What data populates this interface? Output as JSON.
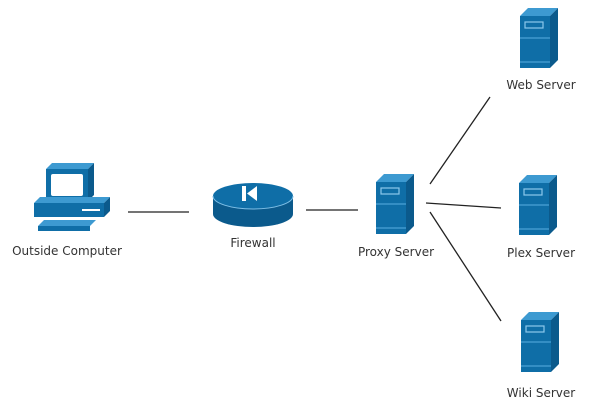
{
  "diagram": {
    "colors": {
      "icon_fill": "#0f6ea7",
      "icon_dark": "#0b5a8c",
      "icon_light": "#3d9ad1",
      "icon_highlight": "#ffffff",
      "edge": "#222222",
      "label": "#333333"
    },
    "nodes": [
      {
        "id": "outside-computer",
        "label": "Outside Computer",
        "icon": "computer-icon"
      },
      {
        "id": "firewall",
        "label": "Firewall",
        "icon": "router-firewall-icon"
      },
      {
        "id": "proxy-server",
        "label": "Proxy Server",
        "icon": "server-icon"
      },
      {
        "id": "web-server",
        "label": "Web Server",
        "icon": "server-icon"
      },
      {
        "id": "plex-server",
        "label": "Plex Server",
        "icon": "server-icon"
      },
      {
        "id": "wiki-server",
        "label": "Wiki Server",
        "icon": "server-icon"
      }
    ],
    "edges": [
      {
        "from": "outside-computer",
        "to": "firewall"
      },
      {
        "from": "firewall",
        "to": "proxy-server"
      },
      {
        "from": "proxy-server",
        "to": "web-server"
      },
      {
        "from": "proxy-server",
        "to": "plex-server"
      },
      {
        "from": "proxy-server",
        "to": "wiki-server"
      }
    ]
  }
}
